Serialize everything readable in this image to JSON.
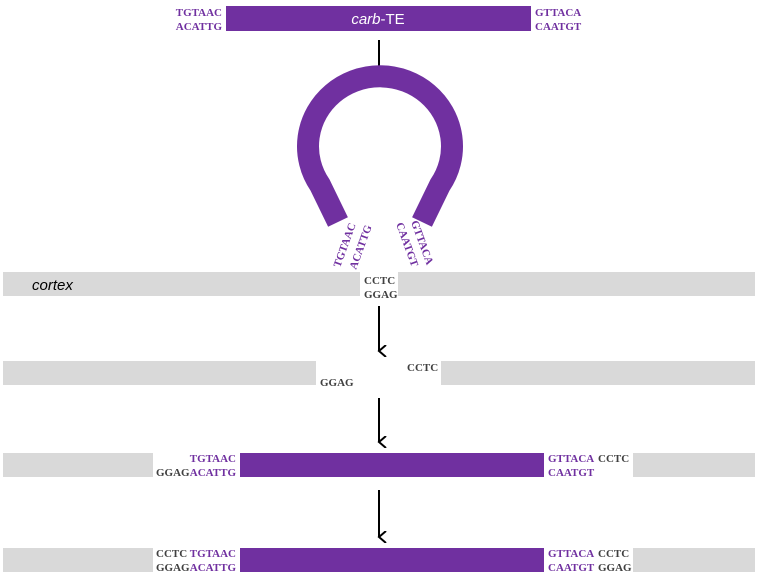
{
  "colors": {
    "transposon": "#7030a0",
    "genome": "#d9d9d9",
    "purple_text": "#7030a0",
    "dark_text": "#404040"
  },
  "transposon": {
    "name_italic": "carb",
    "name_suffix": "-TE",
    "left_top": "TGTAAC",
    "left_bottom": "ACATTG",
    "right_top": "GTTACA",
    "right_bottom": "CAATGT"
  },
  "gene": {
    "label": "cortex",
    "target_top": "CCTC",
    "target_bottom": "GGAG"
  },
  "cut": {
    "left_overhang": "GGAG",
    "right_overhang": "CCTC"
  },
  "insertion": {
    "left_flank": "GGAG",
    "right_flank": "CCTC"
  },
  "repaired": {
    "left_top": "CCTC",
    "left_bottom": "GGAG",
    "right_top": "CCTC",
    "right_bottom": "GGAG"
  }
}
